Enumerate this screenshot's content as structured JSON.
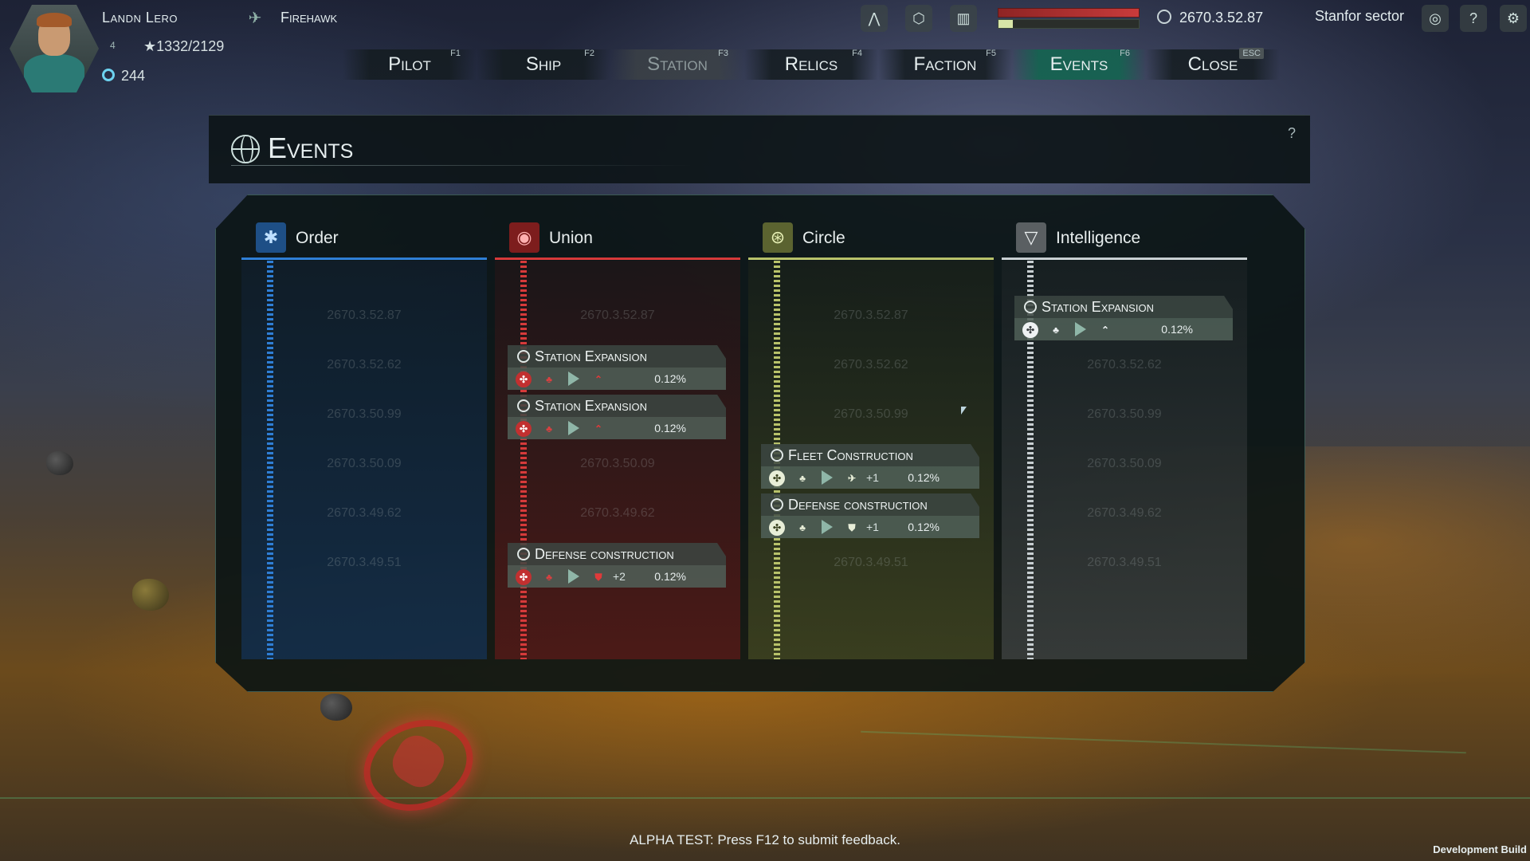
{
  "pilot": {
    "name": "Landn Lero",
    "level": "4",
    "xp": "1332/2129",
    "credits": "244"
  },
  "ship": {
    "name": "Firehawk"
  },
  "hud": {
    "clock": "2670.3.52.87",
    "sector": "Stanfor sector",
    "help_label": "?",
    "health_bar_level": 1.0,
    "energy_bar_level": 0.1
  },
  "tabs": [
    {
      "label": "Pilot",
      "key": "F1",
      "state": "normal"
    },
    {
      "label": "Ship",
      "key": "F2",
      "state": "normal"
    },
    {
      "label": "Station",
      "key": "F3",
      "state": "disabled"
    },
    {
      "label": "Relics",
      "key": "F4",
      "state": "normal"
    },
    {
      "label": "Faction",
      "key": "F5",
      "state": "normal"
    },
    {
      "label": "Events",
      "key": "F6",
      "state": "active"
    },
    {
      "label": "Close",
      "key": "ESC",
      "state": "normal"
    }
  ],
  "panel": {
    "title": "Events",
    "help": "?"
  },
  "timestamps": [
    "2670.3.52.87",
    "2670.3.52.62",
    "2670.3.50.99",
    "2670.3.50.09",
    "2670.3.49.62",
    "2670.3.49.51"
  ],
  "columns": [
    {
      "name": "Order",
      "color": "#2f7fd6",
      "events": []
    },
    {
      "name": "Union",
      "color": "#d63a3a",
      "events": [
        {
          "title": "Station Expansion",
          "extra": "",
          "pct": "0.12%"
        },
        {
          "title": "Station Expansion",
          "extra": "",
          "pct": "0.12%"
        },
        {
          "title": "Defense construction",
          "extra": "+2",
          "pct": "0.12%"
        }
      ]
    },
    {
      "name": "Circle",
      "color": "#b8c26a",
      "events": [
        {
          "title": "Fleet Construction",
          "extra": "+1",
          "pct": "0.12%"
        },
        {
          "title": "Defense construction",
          "extra": "+1",
          "pct": "0.12%"
        }
      ]
    },
    {
      "name": "Intelligence",
      "color": "#c8cfd2",
      "events": [
        {
          "title": "Station Expansion",
          "extra": "",
          "pct": "0.12%"
        }
      ]
    }
  ],
  "footer": {
    "alpha_note": "ALPHA TEST: Press F12 to submit feedback.",
    "build": "Development Build"
  }
}
